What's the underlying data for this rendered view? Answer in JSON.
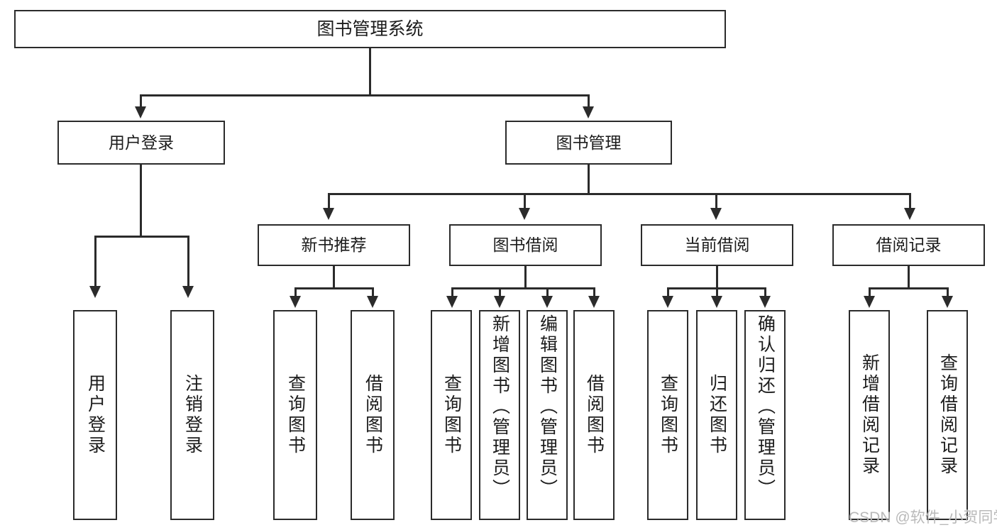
{
  "diagram": {
    "title": "图书管理系统",
    "type": "hierarchy-tree",
    "root": {
      "label": "图书管理系统"
    },
    "level2": [
      {
        "id": "user-login",
        "label": "用户登录"
      },
      {
        "id": "book-manage",
        "label": "图书管理"
      }
    ],
    "level3": [
      {
        "id": "new-book-recommend",
        "label": "新书推荐",
        "parent": "book-manage"
      },
      {
        "id": "book-borrow",
        "label": "图书借阅",
        "parent": "book-manage"
      },
      {
        "id": "current-borrow",
        "label": "当前借阅",
        "parent": "book-manage"
      },
      {
        "id": "borrow-record",
        "label": "借阅记录",
        "parent": "book-manage"
      }
    ],
    "leaves": [
      {
        "id": "leaf-user-login",
        "label": "用户登录",
        "parent": "user-login"
      },
      {
        "id": "leaf-logout",
        "label": "注销登录",
        "parent": "user-login"
      },
      {
        "id": "leaf-query-book-1",
        "label": "查询图书",
        "parent": "new-book-recommend"
      },
      {
        "id": "leaf-borrow-book-1",
        "label": "借阅图书",
        "parent": "new-book-recommend"
      },
      {
        "id": "leaf-query-book-2",
        "label": "查询图书",
        "parent": "book-borrow"
      },
      {
        "id": "leaf-add-book-admin",
        "label": "新增图书（管理员）",
        "parent": "book-borrow"
      },
      {
        "id": "leaf-edit-book-admin",
        "label": "编辑图书（管理员）",
        "parent": "book-borrow"
      },
      {
        "id": "leaf-borrow-book-2",
        "label": "借阅图书",
        "parent": "book-borrow"
      },
      {
        "id": "leaf-query-book-3",
        "label": "查询图书",
        "parent": "current-borrow"
      },
      {
        "id": "leaf-return-book",
        "label": "归还图书",
        "parent": "current-borrow"
      },
      {
        "id": "leaf-confirm-return",
        "label": "确认归还（管理员）",
        "parent": "current-borrow"
      },
      {
        "id": "leaf-add-record",
        "label": "新增借阅记录",
        "parent": "borrow-record"
      },
      {
        "id": "leaf-query-record",
        "label": "查询借阅记录",
        "parent": "borrow-record"
      }
    ]
  },
  "watermark": {
    "text": "CSDN @软件_小贺同学"
  },
  "colors": {
    "border": "#2b2b2b",
    "background": "#ffffff",
    "text": "#1c1c1c",
    "watermark": "#b9b9b9"
  }
}
